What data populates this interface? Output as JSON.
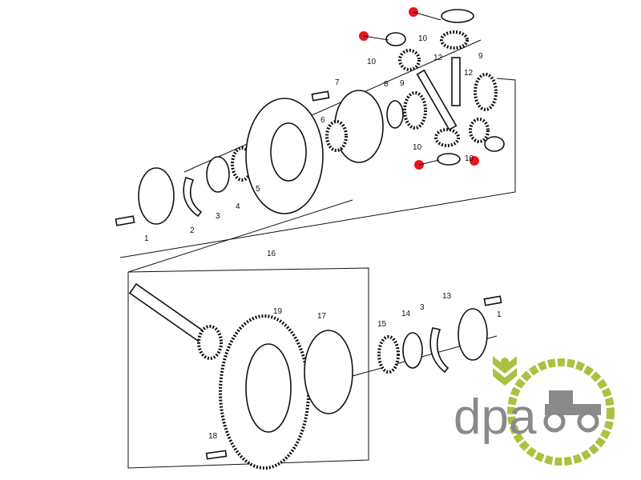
{
  "diagram": {
    "title": "Differential and bevel gear assembly exploded view",
    "callouts_top": [
      "10",
      "10",
      "12",
      "12",
      "9",
      "7",
      "8",
      "9",
      "6",
      "10",
      "10",
      "5",
      "4",
      "3",
      "2",
      "1"
    ],
    "callouts_bottom": [
      "16",
      "19",
      "17",
      "15",
      "14",
      "3",
      "13",
      "1",
      "18"
    ],
    "highlight_color": "#e8141c",
    "highlighted_parts": 4
  },
  "logo": {
    "text": "dpa",
    "text_color": "#8a8a8a",
    "accent_color": "#a9c23f"
  }
}
